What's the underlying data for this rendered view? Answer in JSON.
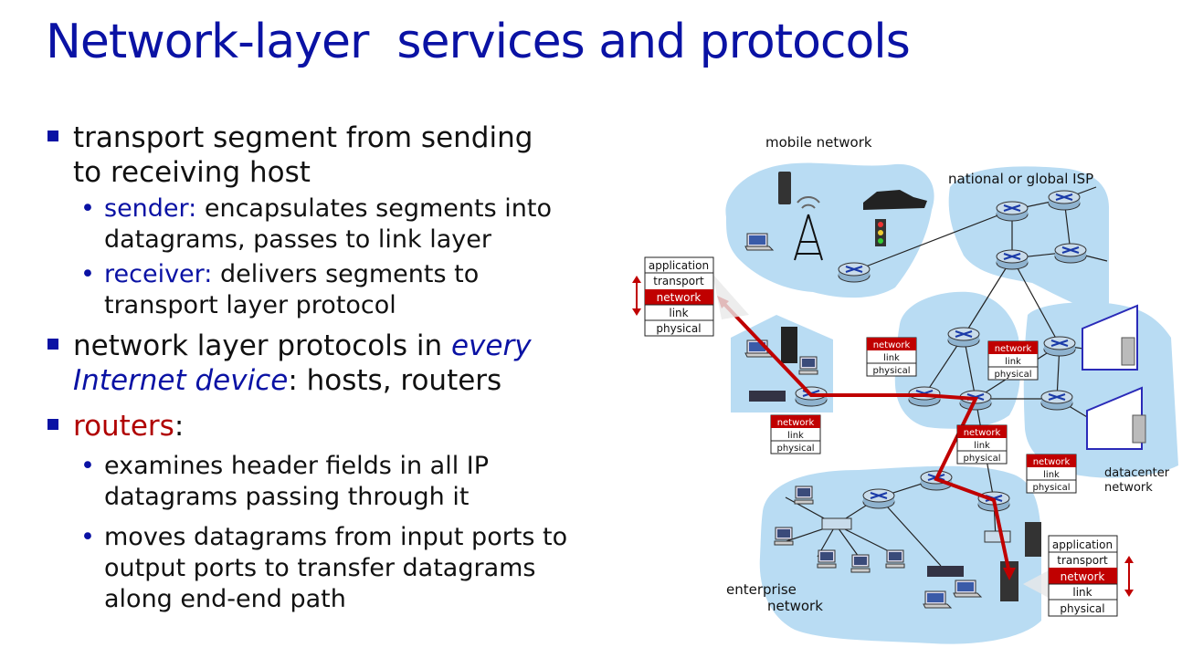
{
  "title": "Network-layer  services and protocols",
  "bullets": {
    "b1": {
      "line1": "transport segment from sending",
      "line2": "to receiving host",
      "sub1": {
        "label": "sender:",
        "text1": " encapsulates segments into",
        "text2": "datagrams, passes to link layer"
      },
      "sub2": {
        "label": "receiver:",
        "text1": " delivers segments to",
        "text2": "transport layer protocol"
      }
    },
    "b2": {
      "text1": "network layer protocols in ",
      "em1": "every",
      "em2": "Internet device",
      "text2": ": hosts, routers"
    },
    "b3": {
      "label": "routers",
      "colon": ":",
      "sub1": {
        "line1": "examines header fields in all IP",
        "line2": "datagrams passing through it"
      },
      "sub2": {
        "line1": "moves datagrams from input ports to",
        "line2": "output ports to transfer datagrams",
        "line3": "along end-end path"
      }
    }
  },
  "diagram": {
    "labels": {
      "mobile": "mobile network",
      "isp": "national or global ISP",
      "datacenter1": "datacenter",
      "datacenter2": "network",
      "enterprise1": "enterprise",
      "enterprise2": "network"
    },
    "stack_full": [
      "application",
      "transport",
      "network",
      "link",
      "physical"
    ],
    "stack_router": [
      "network",
      "link",
      "physical"
    ]
  },
  "colors": {
    "title": "#0a12a4",
    "cloud": "#b9dcf3",
    "path": "#c00000",
    "highlight": "#c00000"
  }
}
